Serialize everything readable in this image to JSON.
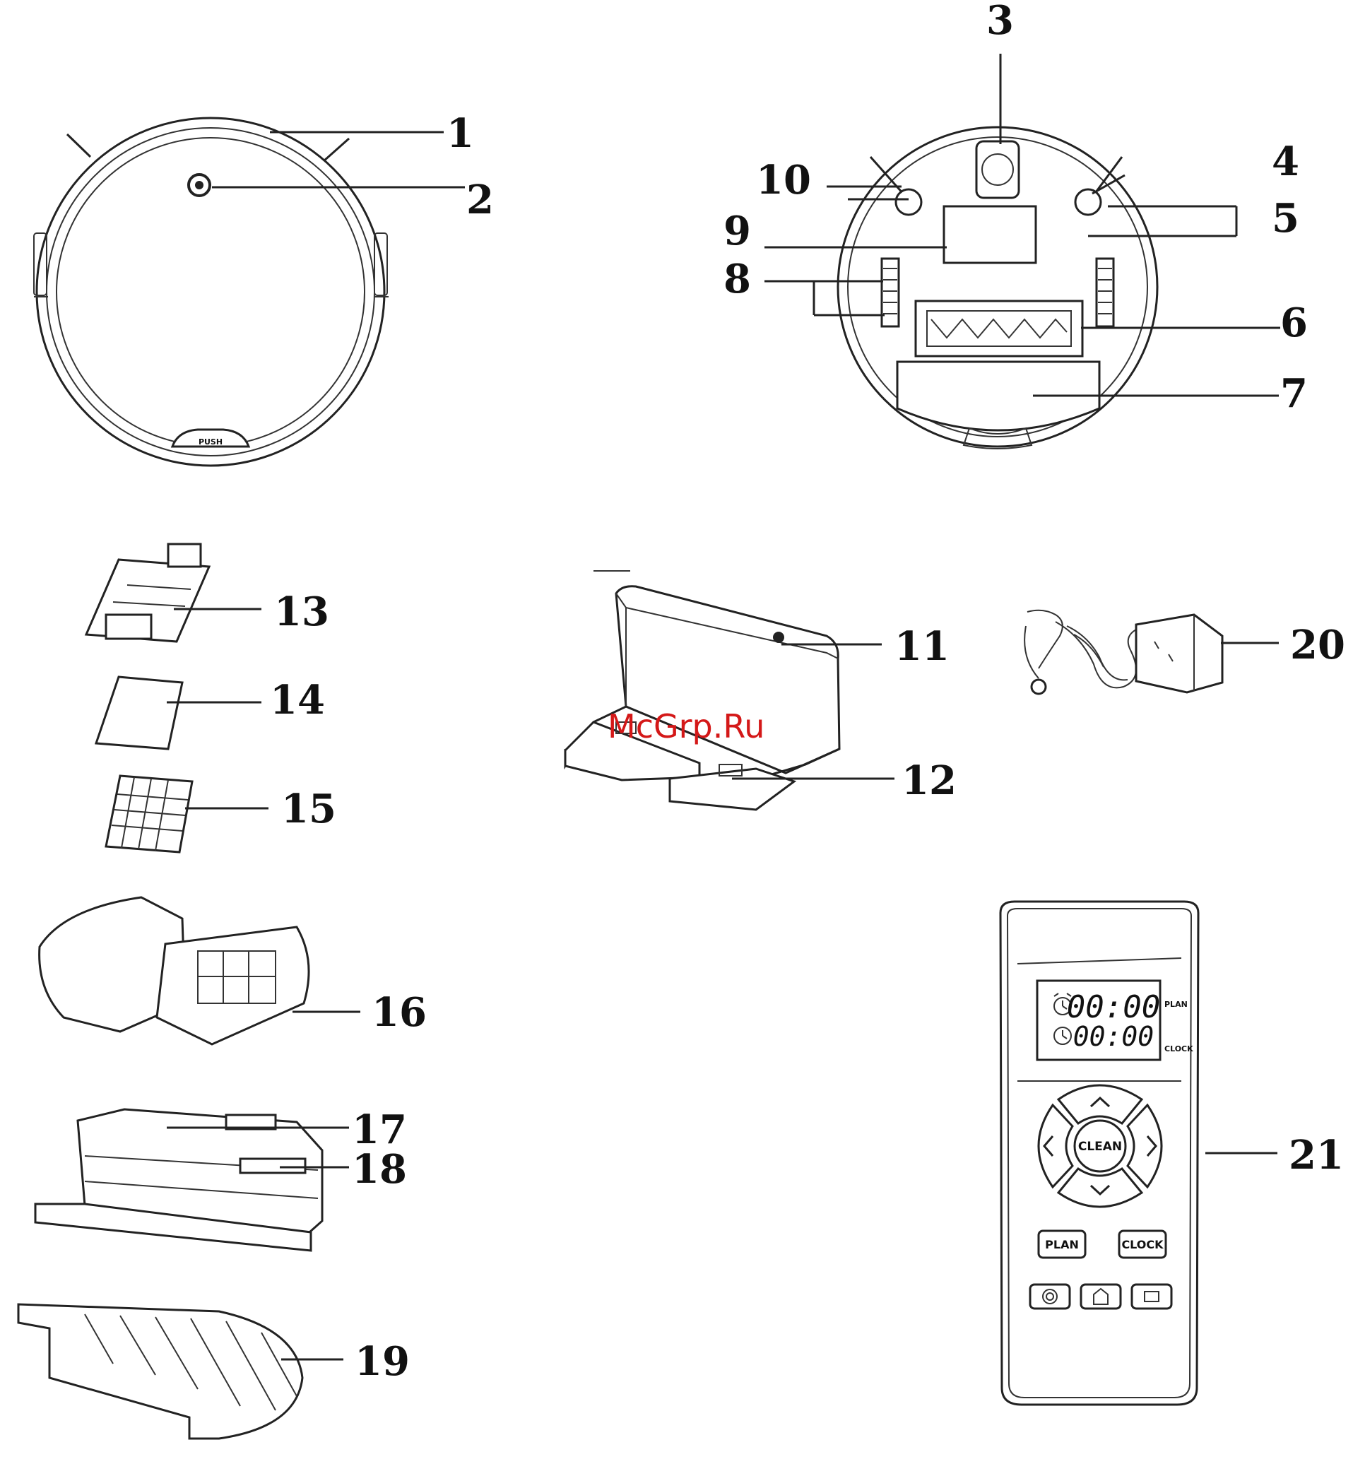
{
  "callouts": {
    "c1": "1",
    "c2": "2",
    "c3": "3",
    "c4": "4",
    "c5": "5",
    "c6": "6",
    "c7": "7",
    "c8": "8",
    "c9": "9",
    "c10": "10",
    "c11": "11",
    "c12": "12",
    "c13": "13",
    "c14": "14",
    "c15": "15",
    "c16": "16",
    "c17": "17",
    "c18": "18",
    "c19": "19",
    "c20": "20",
    "c21": "21"
  },
  "robot_top": {
    "bumper_label": "PUSH"
  },
  "remote": {
    "plan_time": "00:00",
    "clock_time": "00:00",
    "plan_side_label": "PLAN",
    "clock_side_label": "CLOCK",
    "center_button": "CLEAN",
    "plan_button": "PLAN",
    "clock_button": "CLOCK"
  },
  "watermark": "McGrp.Ru"
}
